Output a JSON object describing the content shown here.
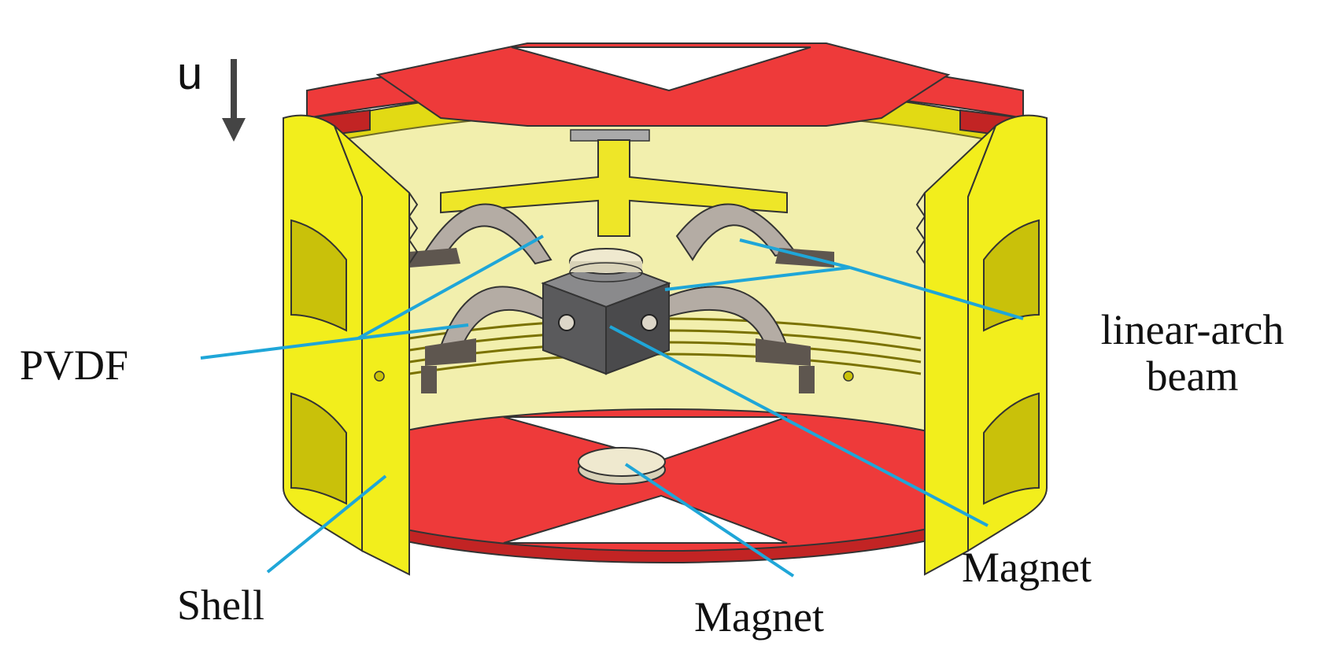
{
  "labels": {
    "direction": "u",
    "pvdf": "PVDF",
    "shell": "Shell",
    "beam_line1": "linear-arch",
    "beam_line2": "beam",
    "magnet_center": "Magnet",
    "magnet_bottom": "Magnet"
  },
  "colors": {
    "shell": "#f2ee1c",
    "shell_shade": "#c9c10a",
    "plate": "#ee3a3a",
    "plate_shade": "#c22424",
    "beam": "#b4aca4",
    "beam_dark": "#5e564f",
    "magnet_cube": "#5a5a5c",
    "magnet_disc": "#efe9cf",
    "leader": "#1fa6d8",
    "arrow": "#444444"
  }
}
